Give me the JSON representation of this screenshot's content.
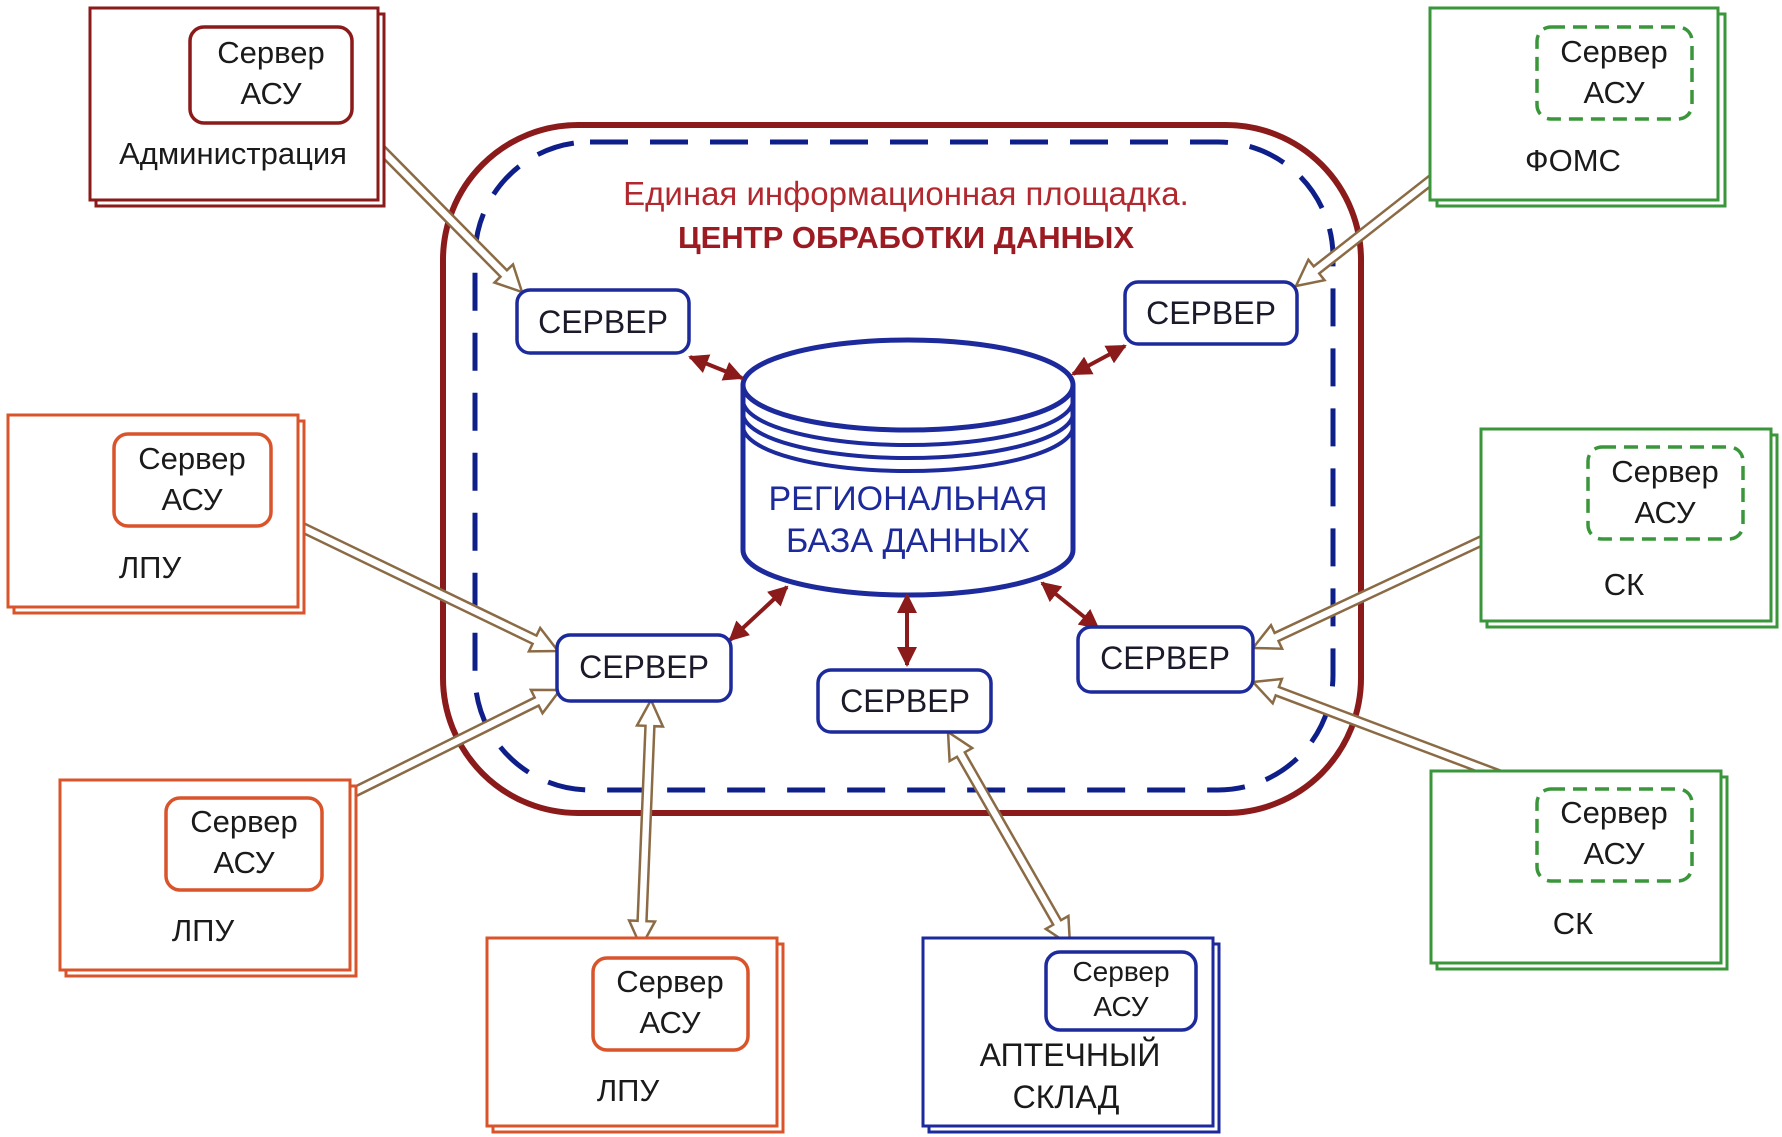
{
  "colors": {
    "admin": "#8b1a1a",
    "lpu": "#d9542a",
    "green": "#3a963a",
    "blue": "#1c2a9c",
    "dashed": "#0e1f8a",
    "db_line": "#1c2a9c",
    "db_arrow": "#8b1a1a",
    "link_arrow": "#8b6b45"
  },
  "center": {
    "title_line1": "Единая информационная площадка.",
    "title_line2": "ЦЕНТР ОБРАБОТКИ ДАННЫХ"
  },
  "database": {
    "line1": "РЕГИОНАЛЬНАЯ",
    "line2": "БАЗА ДАННЫХ"
  },
  "servers": {
    "top_left": "СЕРВЕР",
    "top_right": "СЕРВЕР",
    "bottom_left": "СЕРВЕР",
    "bottom_center": "СЕРВЕР",
    "bottom_right": "СЕРВЕР"
  },
  "clients": {
    "administration": {
      "server_line1": "Сервер",
      "server_line2": "АСУ",
      "label": "Администрация"
    },
    "foms": {
      "server_line1": "Сервер",
      "server_line2": "АСУ",
      "label": "ФОМС"
    },
    "lpu_1": {
      "server_line1": "Сервер",
      "server_line2": "АСУ",
      "label": "ЛПУ"
    },
    "lpu_2": {
      "server_line1": "Сервер",
      "server_line2": "АСУ",
      "label": "ЛПУ"
    },
    "lpu_3": {
      "server_line1": "Сервер",
      "server_line2": "АСУ",
      "label": "ЛПУ"
    },
    "pharmacy": {
      "server_line1": "Сервер",
      "server_line2": "АСУ",
      "label_line1": "АПТЕЧНЫЙ",
      "label_line2": "СКЛАД"
    },
    "sk_1": {
      "server_line1": "Сервер",
      "server_line2": "АСУ",
      "label": "СК"
    },
    "sk_2": {
      "server_line1": "Сервер",
      "server_line2": "АСУ",
      "label": "СК"
    }
  }
}
